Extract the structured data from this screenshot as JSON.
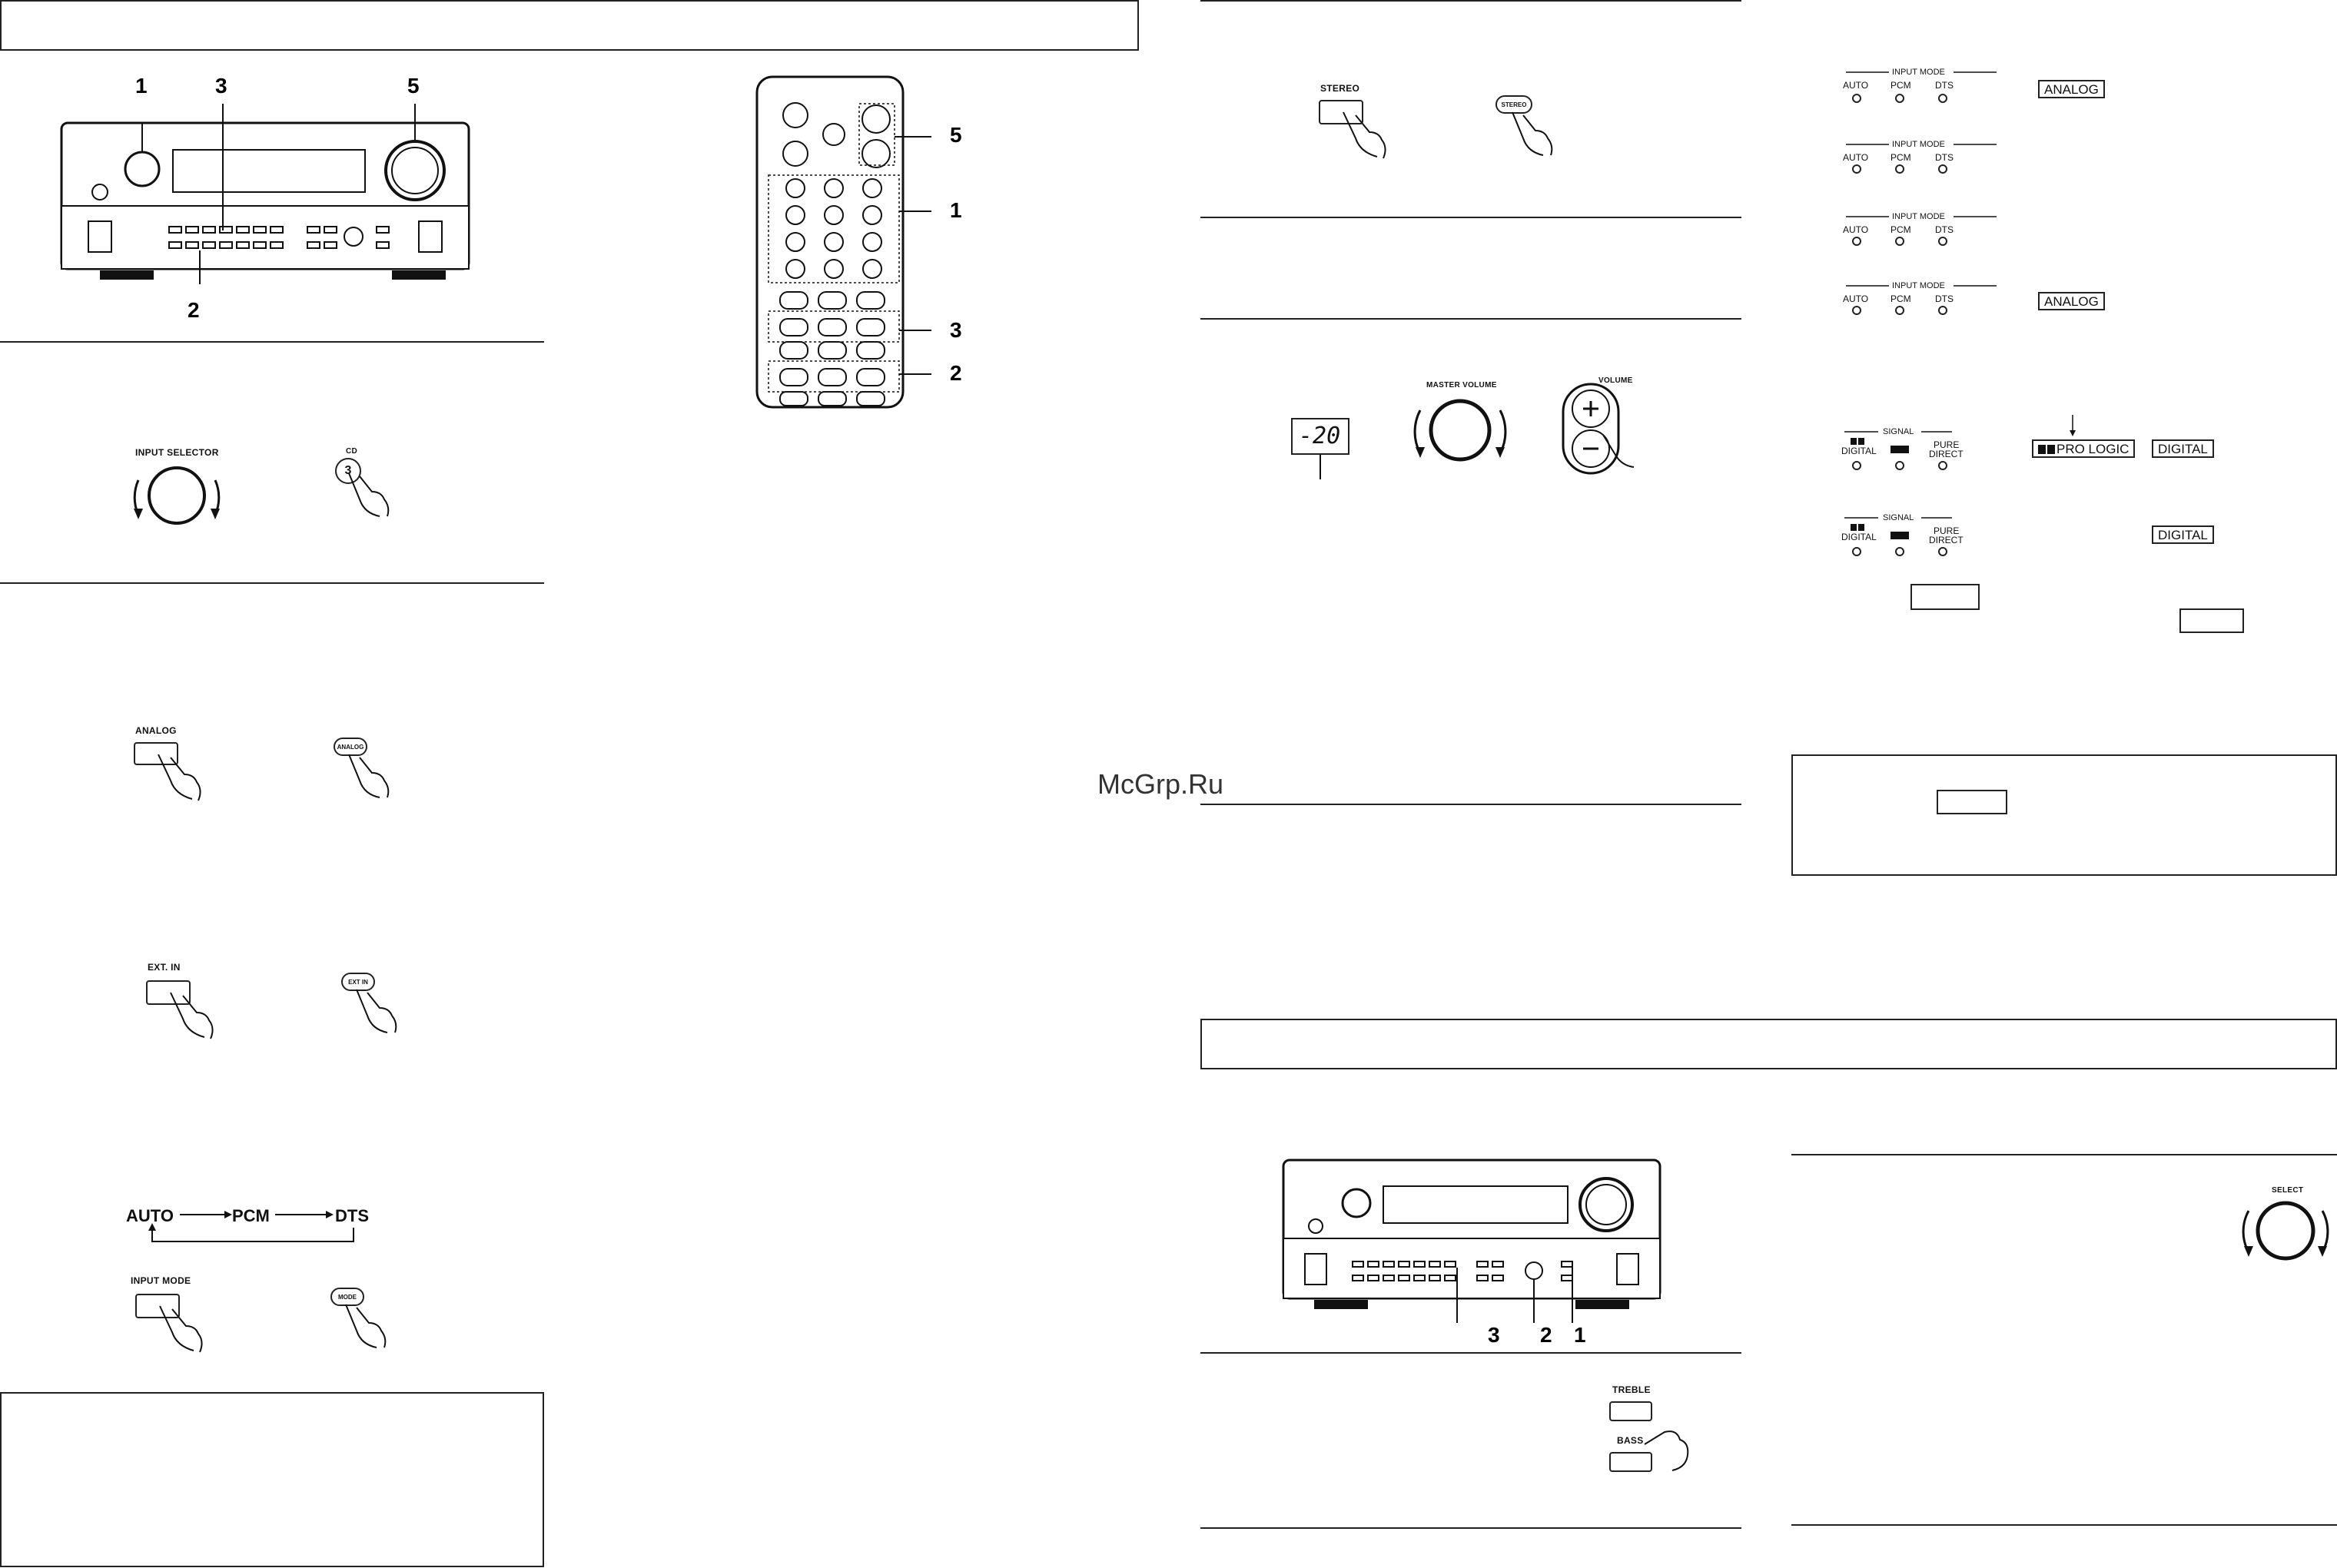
{
  "labels": {
    "input_selector": "INPUT SELECTOR",
    "cd": "CD",
    "cd_key": "3",
    "analog": "ANALOG",
    "ext_in": "EXT. IN",
    "input_mode": "INPUT MODE",
    "mode_key": "MODE",
    "analog_key": "ANALOG",
    "ext_in_key": "EXT IN",
    "stereo": "STEREO",
    "stereo_key": "STEREO",
    "master_volume": "MASTER VOLUME",
    "volume": "VOLUME",
    "volume_display": "-20",
    "treble": "TREBLE",
    "bass": "BASS",
    "select": "SELECT"
  },
  "flow": {
    "auto": "AUTO",
    "pcm": "PCM",
    "dts": "DTS"
  },
  "callouts": {
    "receiver_top": [
      "1",
      "3",
      "5",
      "2"
    ],
    "remote": [
      "5",
      "1",
      "3",
      "2"
    ],
    "receiver_bottom": [
      "3",
      "2",
      "1"
    ]
  },
  "indicators": {
    "input_mode_title": "INPUT MODE",
    "auto": "AUTO",
    "pcm": "PCM",
    "dts": "DTS",
    "signal_title": "SIGNAL",
    "digital": "DIGITAL",
    "pure": "PURE",
    "direct": "DIRECT",
    "analog_disp": "ANALOG",
    "pro_logic_disp": "PRO LOGIC",
    "digital_disp": "DIGITAL"
  },
  "watermark": "McGrp.Ru"
}
